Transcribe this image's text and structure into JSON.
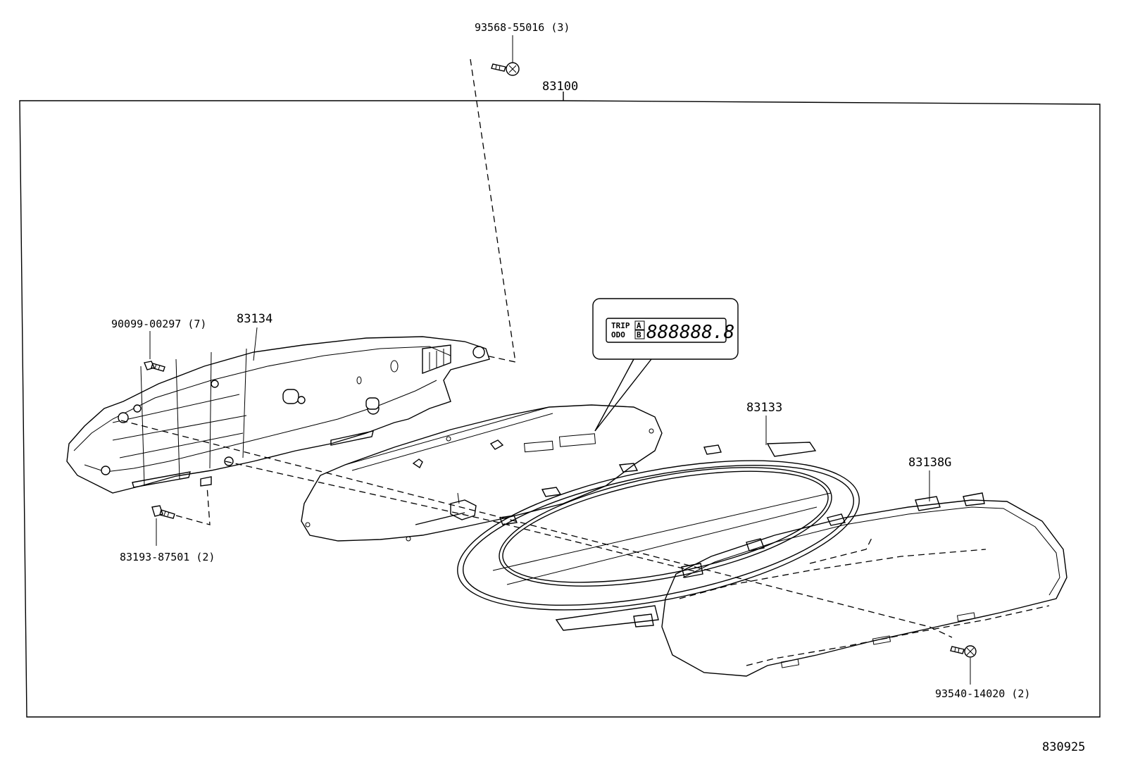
{
  "assembly_label": "83100",
  "diagram_code": "830925",
  "parts": {
    "screw_top": "93568-55016 (3)",
    "screw_upper_left": "90099-00297 (7)",
    "case": "83134",
    "screw_lower_left": "83193-87501 (2)",
    "circuit_plate": "83133",
    "glass": "83138G",
    "screw_lower_right": "93540-14020 (2)"
  },
  "odometer_display": {
    "trip_label": "TRIP",
    "odo_label": "ODO",
    "button_a": "A",
    "button_b": "B",
    "digits": "888888.8"
  }
}
